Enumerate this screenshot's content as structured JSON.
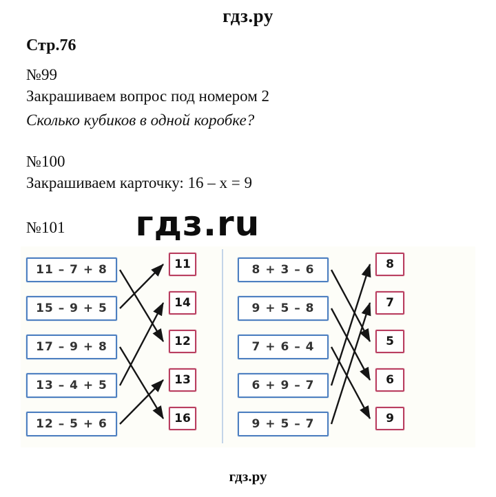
{
  "header": {
    "site_title": "гдз.ру"
  },
  "footer": {
    "site_title": "гдз.ру"
  },
  "watermark": "гдз.ru",
  "tasks": {
    "page_label": "Стр.76",
    "t99": {
      "number": "№99",
      "line": "Закрашиваем вопрос под номером 2",
      "question": "Сколько кубиков в одной коробке?"
    },
    "t100": {
      "number": "№100",
      "line": "Закрашиваем карточку: 16 – х = 9"
    },
    "t101": {
      "number": "№101"
    }
  },
  "matching": {
    "left": {
      "expressions": [
        "11 – 7 + 8",
        "15 – 9 + 5",
        "17 – 9 + 8",
        "13 – 4 + 5",
        "12 – 5 + 6"
      ],
      "answers": [
        "11",
        "14",
        "12",
        "13",
        "16"
      ],
      "connections": [
        [
          0,
          2
        ],
        [
          1,
          0
        ],
        [
          2,
          4
        ],
        [
          3,
          1
        ],
        [
          4,
          3
        ]
      ]
    },
    "right": {
      "expressions": [
        "8 + 3 – 6",
        "9 + 5 – 8",
        "7 + 6 – 4",
        "6 + 9 – 7",
        "9 + 5 – 7"
      ],
      "answers": [
        "8",
        "7",
        "5",
        "6",
        "9"
      ],
      "connections": [
        [
          0,
          2
        ],
        [
          1,
          3
        ],
        [
          2,
          4
        ],
        [
          3,
          0
        ],
        [
          4,
          1
        ]
      ]
    }
  }
}
